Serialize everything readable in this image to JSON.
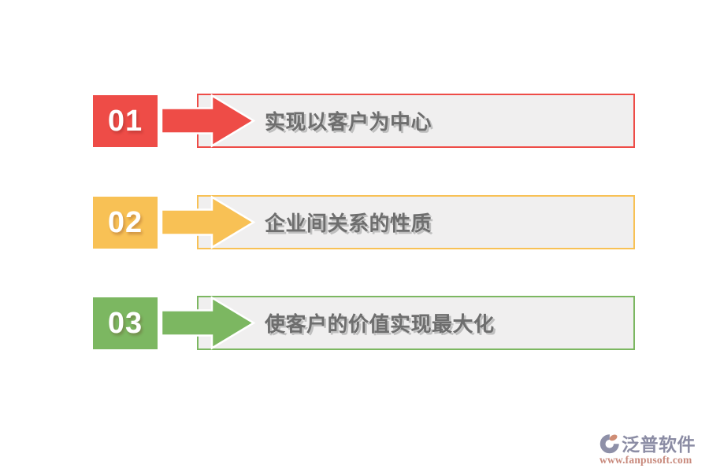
{
  "steps": [
    {
      "number": "01",
      "label": "实现以客户为中心",
      "accent": "#ee4c47"
    },
    {
      "number": "02",
      "label": "企业间关系的性质",
      "accent": "#f8c155"
    },
    {
      "number": "03",
      "label": "使客户的价值实现最大化",
      "accent": "#7cb761"
    }
  ],
  "watermark": {
    "brand": "泛普软件",
    "url": "www.fanpusoft.com",
    "brand_color": "#8b8ca4",
    "url_color": "#c8897c",
    "icon_primary": "#8e90a8",
    "icon_accent": "#cf8d75"
  },
  "theme": {
    "page_bg": "#ffffff",
    "box_bg": "#f0efef",
    "label_color": "#6e6e6e",
    "label_shadow": "#bfbfbf",
    "number_color": "#ffffff"
  }
}
